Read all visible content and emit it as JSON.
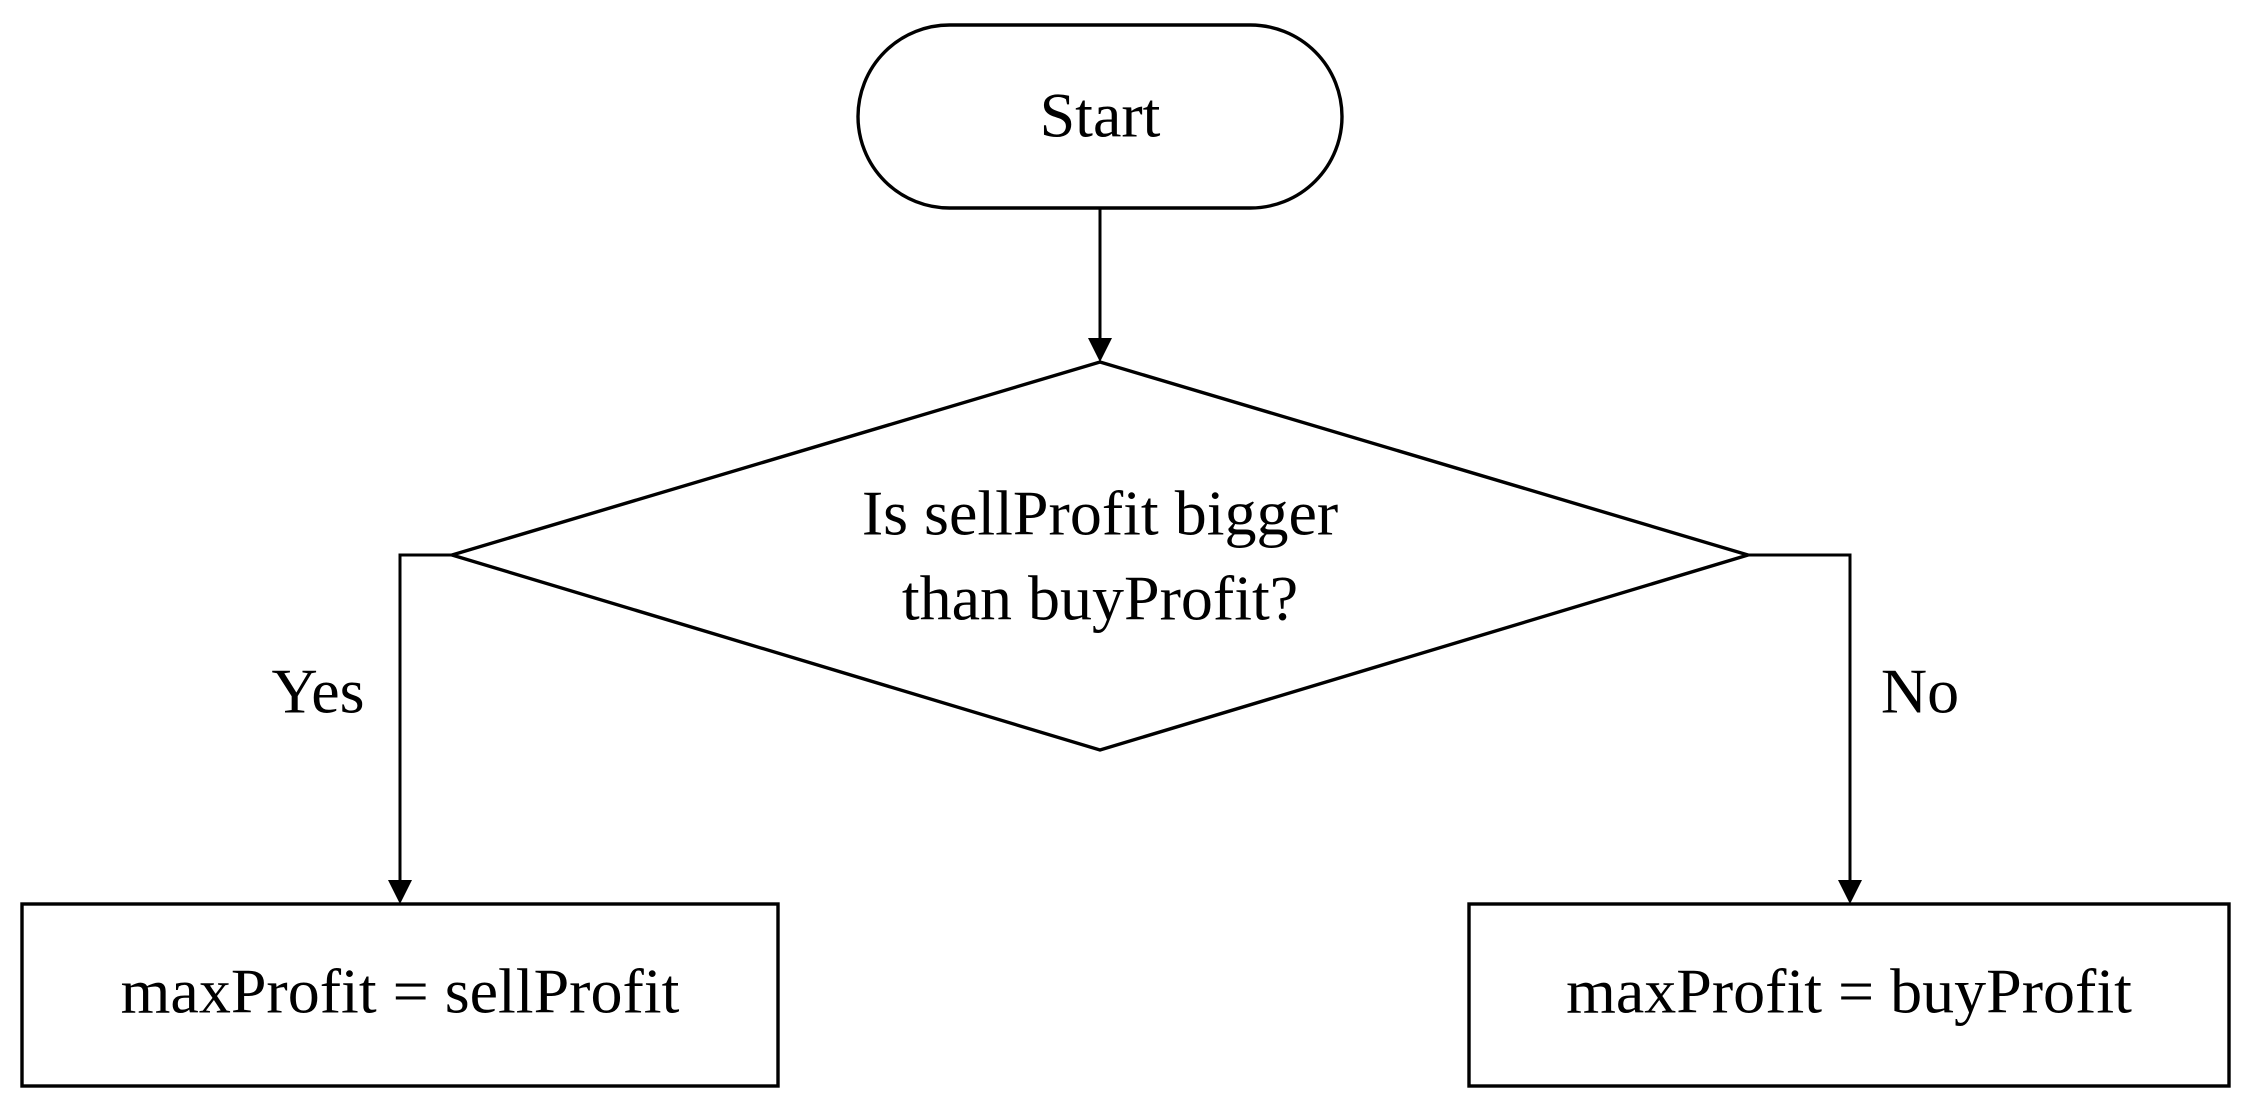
{
  "flowchart": {
    "start": {
      "label": "Start"
    },
    "decision": {
      "line1": "Is sellProfit bigger",
      "line2": "than buyProfit?"
    },
    "branch_yes": {
      "label": "Yes"
    },
    "branch_no": {
      "label": "No"
    },
    "process_yes": {
      "label": "maxProfit = sellProfit"
    },
    "process_no": {
      "label": "maxProfit = buyProfit"
    }
  }
}
